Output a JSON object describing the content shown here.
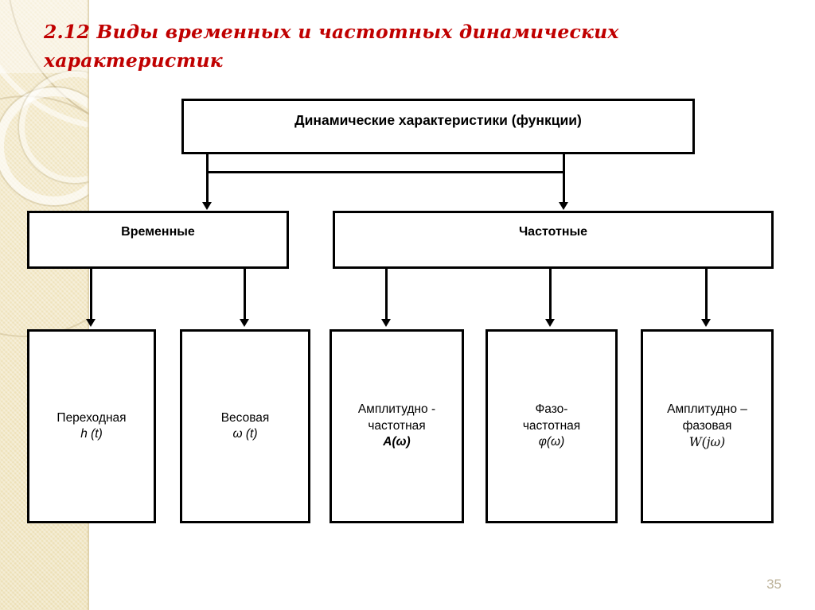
{
  "slide": {
    "title": "2.12 Виды временных и частотных  динамических характеристик",
    "page_number": "35",
    "accent_color": "#C00000",
    "sidebar_color": "#efe3bd",
    "page_number_color": "#bdb39a"
  },
  "diagram": {
    "root": {
      "label": "Динамические характеристики (функции)"
    },
    "groups": [
      {
        "id": "time",
        "label": "Временные"
      },
      {
        "id": "freq",
        "label": "Частотные"
      }
    ],
    "leaves": [
      {
        "id": "transient",
        "line1": "Переходная",
        "line2": "",
        "symbol": "h (t)"
      },
      {
        "id": "weight",
        "line1": "Весовая",
        "line2": "",
        "symbol": "ω (t)"
      },
      {
        "id": "afc",
        "line1": "Амплитудно -",
        "line2": "частотная",
        "symbol": "A(ω)"
      },
      {
        "id": "pfc",
        "line1": "Фазо-",
        "line2": "частотная",
        "symbol": "φ(ω)"
      },
      {
        "id": "apfc",
        "line1": "Амплитудно –",
        "line2": "фазовая",
        "symbol": "W(jω)"
      }
    ]
  }
}
